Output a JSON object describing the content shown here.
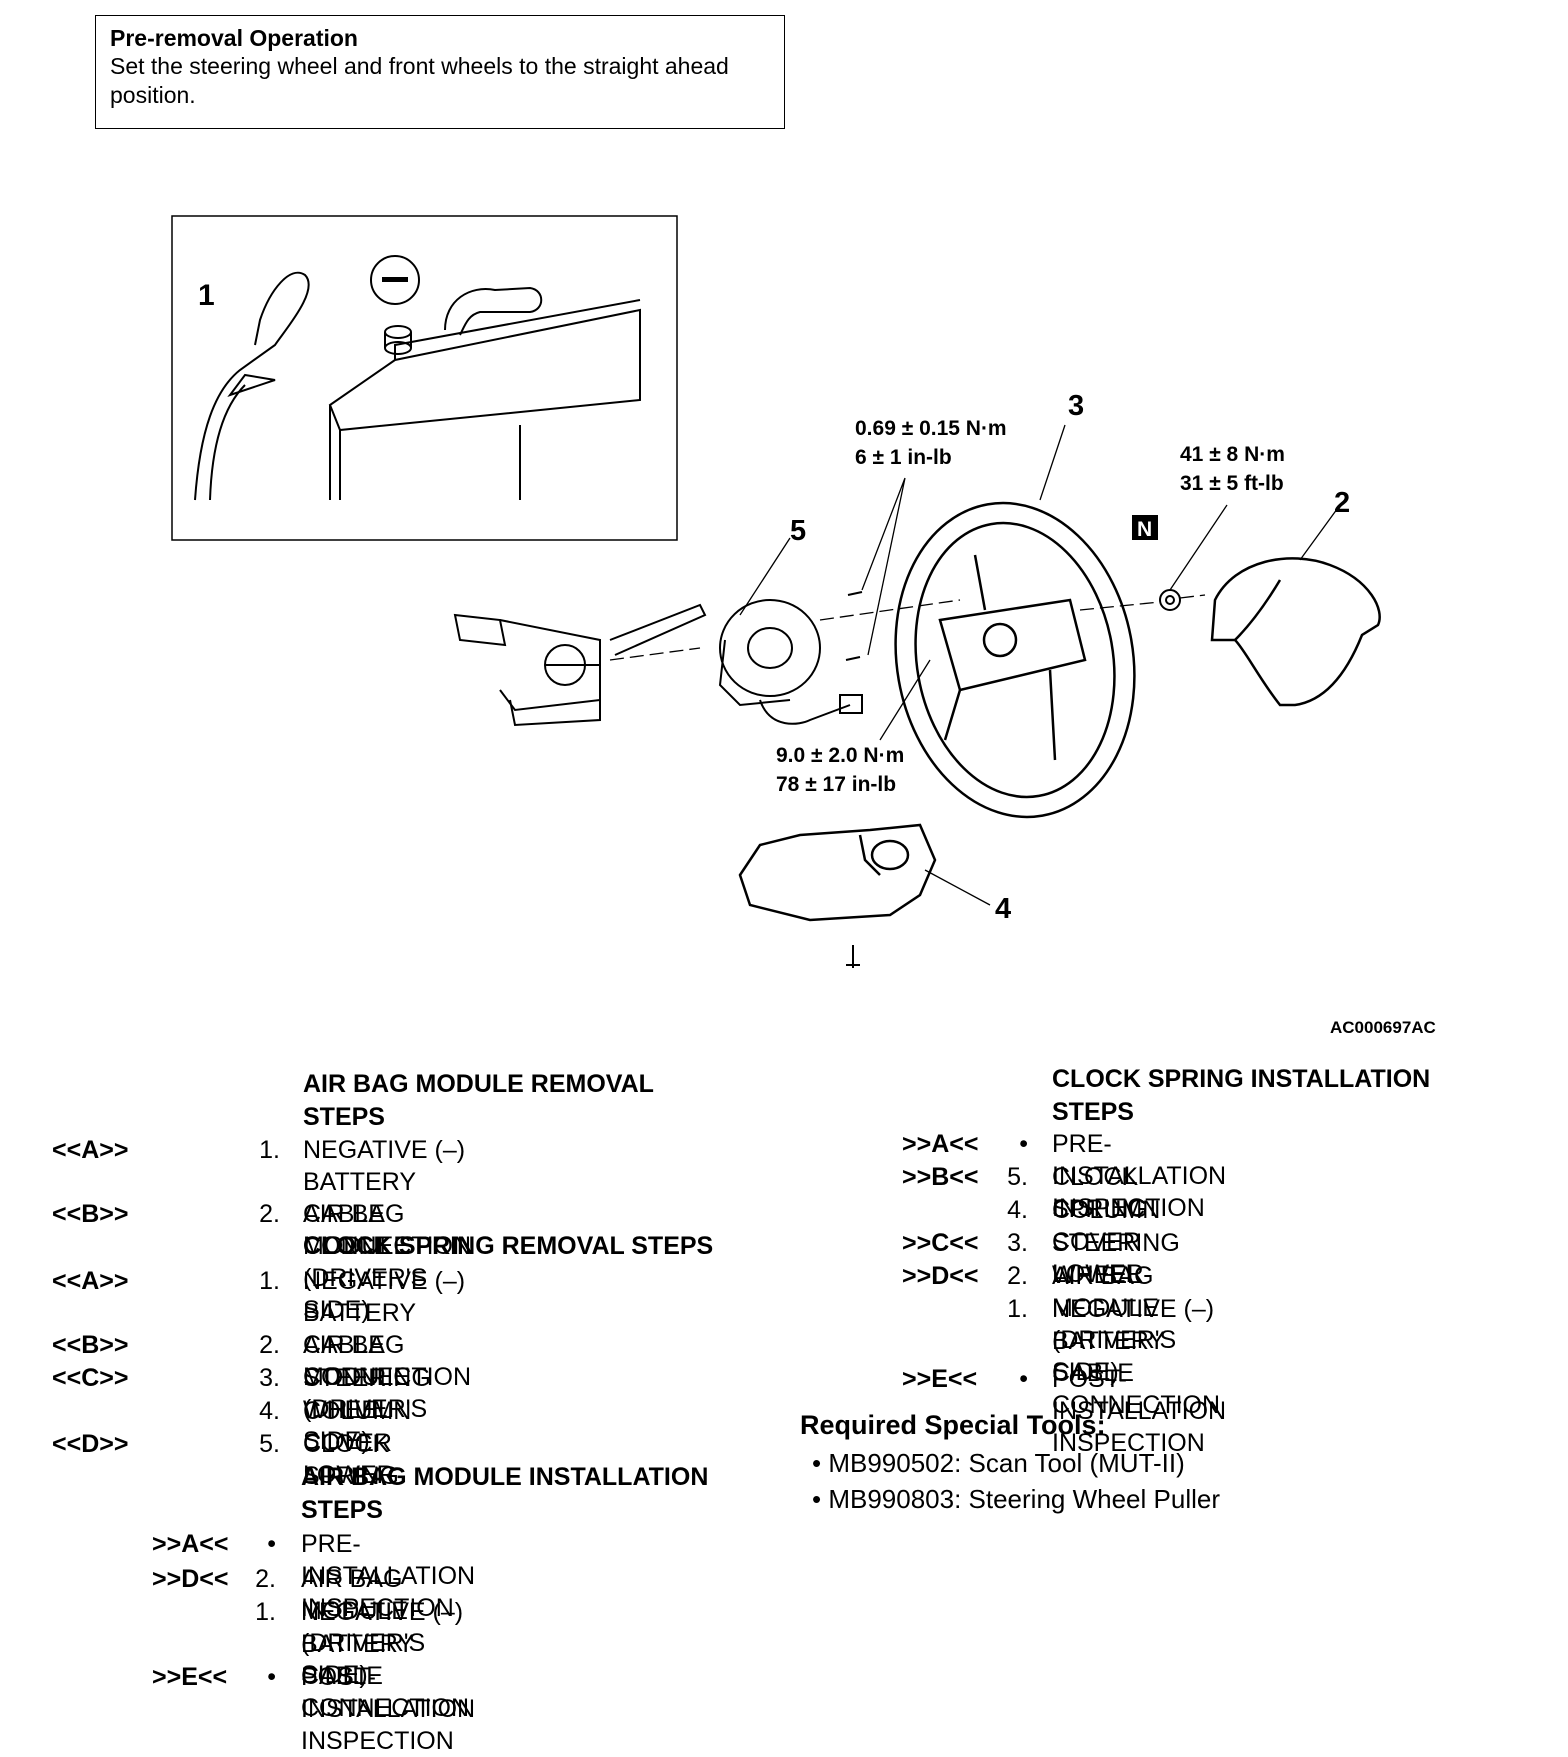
{
  "pre_removal": {
    "title": "Pre-removal Operation",
    "text": "Set the steering wheel and front wheels to the straight ahead position."
  },
  "figure": {
    "callouts": [
      "1",
      "2",
      "3",
      "4",
      "5"
    ],
    "torque_spring_screw": [
      "0.69 ± 0.15 N·m",
      "6 ± 1 in-lb"
    ],
    "torque_wheel_nut": [
      "41 ± 8 N·m",
      "31 ± 5 ft-lb"
    ],
    "torque_column_bolt": [
      "9.0 ± 2.0 N·m",
      "78 ± 17 in-lb"
    ],
    "nut_marker": "N",
    "figure_code": "AC000697AC",
    "icons": [
      "battery-icon",
      "negative-terminal-icon",
      "steering-wheel-icon",
      "air-bag-module-icon",
      "clock-spring-icon",
      "column-switch-icon",
      "column-cover-icon"
    ]
  },
  "airbag_removal": {
    "heading": [
      "AIR BAG MODULE REMOVAL",
      "STEPS"
    ],
    "steps": [
      {
        "ref": "<<A>>",
        "num": "1.",
        "text": "NEGATIVE (–) BATTERY CABLE\nCONNECTION"
      },
      {
        "ref": "<<B>>",
        "num": "2.",
        "text": "AIR BAG MODULE (DRIVER'S SIDE)"
      }
    ]
  },
  "clock_removal": {
    "heading": [
      "CLOCK SPRING REMOVAL STEPS"
    ],
    "steps": [
      {
        "ref": "<<A>>",
        "num": "1.",
        "text": "NEGATIVE (–) BATTERY CABLE\nCONNECTION"
      },
      {
        "ref": "<<B>>",
        "num": "2.",
        "text": "AIR BAG MODULE (DRIVER'S SIDE)"
      },
      {
        "ref": "<<C>>",
        "num": "3.",
        "text": "STEERING WHEEL"
      },
      {
        "ref": "",
        "num": "4.",
        "text": "COLUMN COVER LOWER"
      },
      {
        "ref": "<<D>>",
        "num": "5.",
        "text": "CLOCK SPRING"
      }
    ]
  },
  "airbag_install": {
    "heading": [
      "AIR BAG MODULE INSTALLATION",
      "STEPS"
    ],
    "steps": [
      {
        "ref": ">>A<<",
        "num": "•",
        "text": "PRE-INSTALLATION INSPECTION"
      },
      {
        "ref": ">>D<<",
        "num": "2.",
        "text": "AIR BAG MODULE (DRIVER'S SIDE)"
      },
      {
        "ref": "",
        "num": "1.",
        "text": "NEGATIVE (–) BATTERY CABLE\nCONNECTION"
      },
      {
        "ref": ">>E<<",
        "num": "•",
        "text": "POST-INSTALLATION INSPECTION"
      }
    ]
  },
  "clock_install": {
    "heading": [
      "CLOCK SPRING INSTALLATION",
      "STEPS"
    ],
    "steps": [
      {
        "ref": ">>A<<",
        "num": "•",
        "text": "PRE-INSTALLATION INSPECTION"
      },
      {
        "ref": ">>B<<",
        "num": "5.",
        "text": "CLOCK SPRING"
      },
      {
        "ref": "",
        "num": "4.",
        "text": "COLUMN COVER LOWER"
      },
      {
        "ref": ">>C<<",
        "num": "3.",
        "text": "STEERING WHEEL"
      },
      {
        "ref": ">>D<<",
        "num": "2.",
        "text": "AIR BAG MODULE (DRIVER'S SIDE)"
      },
      {
        "ref": "",
        "num": "1.",
        "text": "NEGATIVE (–) BATTERY CABLE\nCONNECTION"
      },
      {
        "ref": ">>E<<",
        "num": "•",
        "text": "POST-INSTALLATION INSPECTION"
      }
    ]
  },
  "tools": {
    "title": "Required Special Tools:",
    "items": [
      "MB990502: Scan Tool (MUT-II)",
      "MB990803: Steering Wheel Puller"
    ]
  }
}
